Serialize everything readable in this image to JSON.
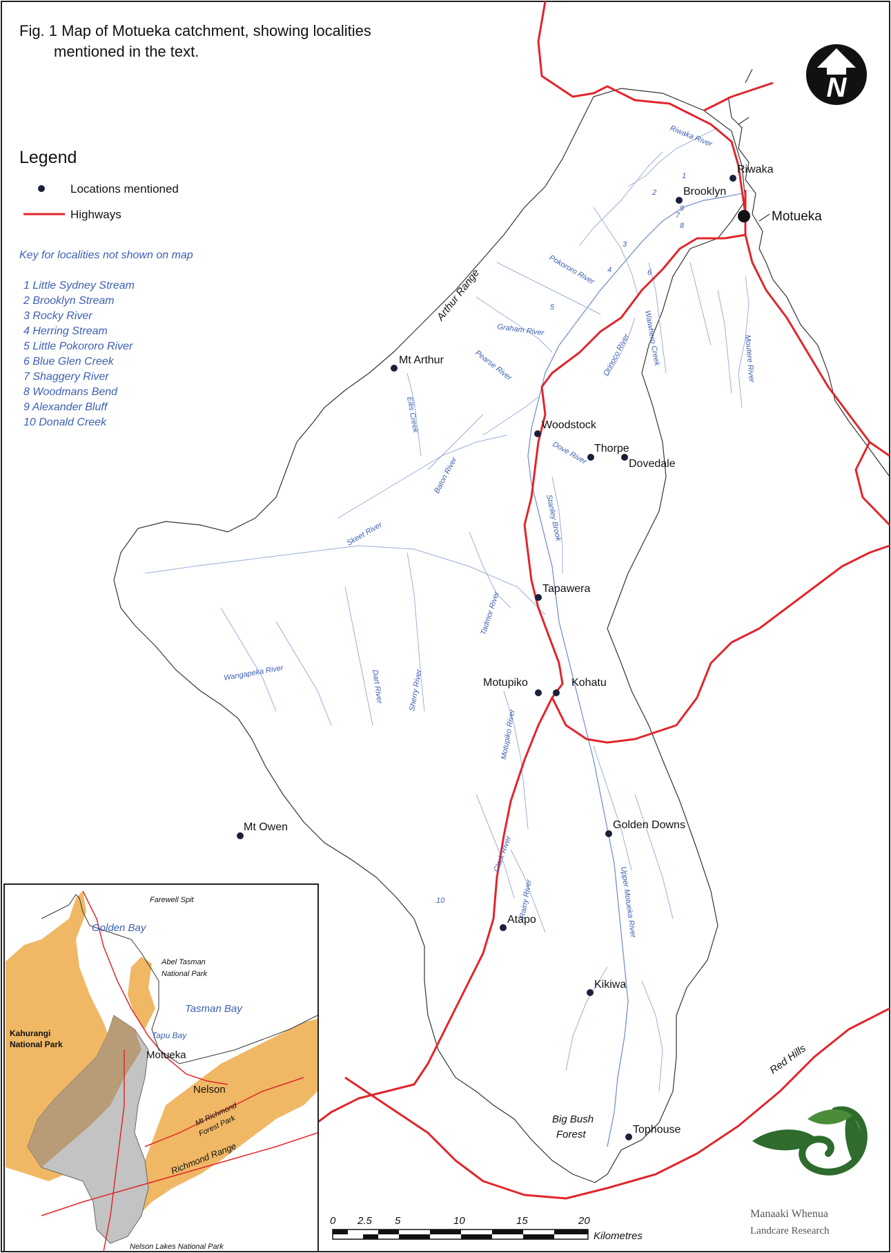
{
  "title": {
    "line1": "Fig. 1  Map of Motueka catchment, showing localities",
    "line2": "mentioned in the text."
  },
  "north_arrow": {
    "letter": "N",
    "icon": "north-arrow-icon"
  },
  "legend": {
    "title": "Legend",
    "items": [
      {
        "label": "Locations mentioned",
        "symbol": "dot"
      },
      {
        "label": "Highways",
        "symbol": "red-line"
      }
    ]
  },
  "key": {
    "title": "Key for localities not shown on map",
    "items": [
      "1   Little Sydney Stream",
      "2   Brooklyn Stream",
      "3   Rocky River",
      "4   Herring Stream",
      "5   Little Pokororo River",
      "6   Blue Glen Creek",
      "7   Shaggery River",
      "8   Woodmans Bend",
      "9   Alexander Bluff",
      "10 Donald Creek"
    ]
  },
  "places": [
    "Riwaka",
    "Brooklyn",
    "Motueka",
    "Mt Arthur",
    "Woodstock",
    "Thorpe",
    "Dovedale",
    "Tapawera",
    "Motupiko",
    "Kohatu",
    "Mt Owen",
    "Golden Downs",
    "Atapo",
    "Kikiwa",
    "Tophouse"
  ],
  "regions": [
    "Arthur Range",
    "Red Hills",
    "Big Bush",
    "Forest"
  ],
  "rivers": [
    "Riwaka River",
    "Pokororo River",
    "Graham River",
    "Pearse River",
    "Waiwhero Creek",
    "Orinoco River",
    "Moutere River",
    "Ellis Creek",
    "Dove River",
    "Baton River",
    "Stanley Brook",
    "Skeet River",
    "Tadmor River",
    "Wangapeka River",
    "Dart River",
    "Sherry River",
    "Motupiko River",
    "Clark River",
    "Rainy River",
    "Upper Motueka River"
  ],
  "numbers": [
    "1",
    "2",
    "3",
    "4",
    "5",
    "6",
    "7",
    "8",
    "9",
    "10"
  ],
  "inset": {
    "labels": {
      "farewell_spit": "Farewell Spit",
      "golden_bay": "Golden Bay",
      "abel_tasman_1": "Abel Tasman",
      "abel_tasman_2": "National Park",
      "tasman_bay": "Tasman Bay",
      "kahurangi_1": "Kahurangi",
      "kahurangi_2": "National Park",
      "tapu_bay": "Tapu Bay",
      "motueka": "Motueka",
      "nelson": "Nelson",
      "mt_richmond_1": "Mt Richmond",
      "mt_richmond_2": "Forest Park",
      "richmond_range": "Richmond Range",
      "nelson_lakes": "Nelson Lakes National Park"
    },
    "colors": {
      "park": "#f0b865",
      "catchment": "#c3c3c3",
      "overlap": "#b89c78"
    }
  },
  "scale_bar": {
    "ticks": [
      "0",
      "2.5",
      "5",
      "10",
      "15",
      "20"
    ],
    "unit": "Kilometres"
  },
  "logo": {
    "line1": "Manaaki Whenua",
    "line2": "Landcare Research"
  },
  "colors": {
    "highway": "#e0252b",
    "river": "#3b5fb5",
    "logo_green": "#2e6b2c"
  }
}
